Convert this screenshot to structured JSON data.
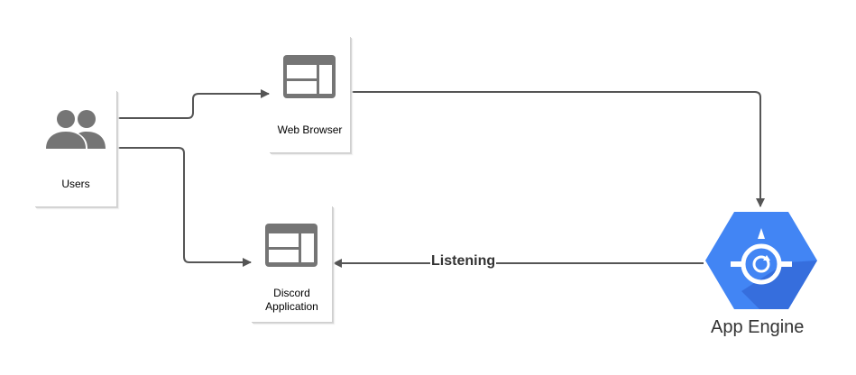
{
  "nodes": {
    "users": {
      "label": "Users",
      "icon": "users-icon"
    },
    "web_browser": {
      "label": "Web Browser",
      "icon": "browser-window-icon"
    },
    "discord_app": {
      "label": "Discord\nApplication",
      "label_line1": "Discord",
      "label_line2": "Application",
      "icon": "browser-window-icon"
    },
    "app_engine": {
      "label": "App Engine",
      "icon": "app-engine-icon"
    }
  },
  "edges": [
    {
      "from": "users",
      "to": "web_browser",
      "label": ""
    },
    {
      "from": "users",
      "to": "discord_app",
      "label": ""
    },
    {
      "from": "web_browser",
      "to": "app_engine",
      "label": ""
    },
    {
      "from": "app_engine",
      "to": "discord_app",
      "label": "Listening"
    }
  ],
  "colors": {
    "icon_gray": "#757575",
    "arrow_gray": "#555555",
    "app_engine_blue": "#4285F4",
    "app_engine_shadow": "#3367D6"
  }
}
